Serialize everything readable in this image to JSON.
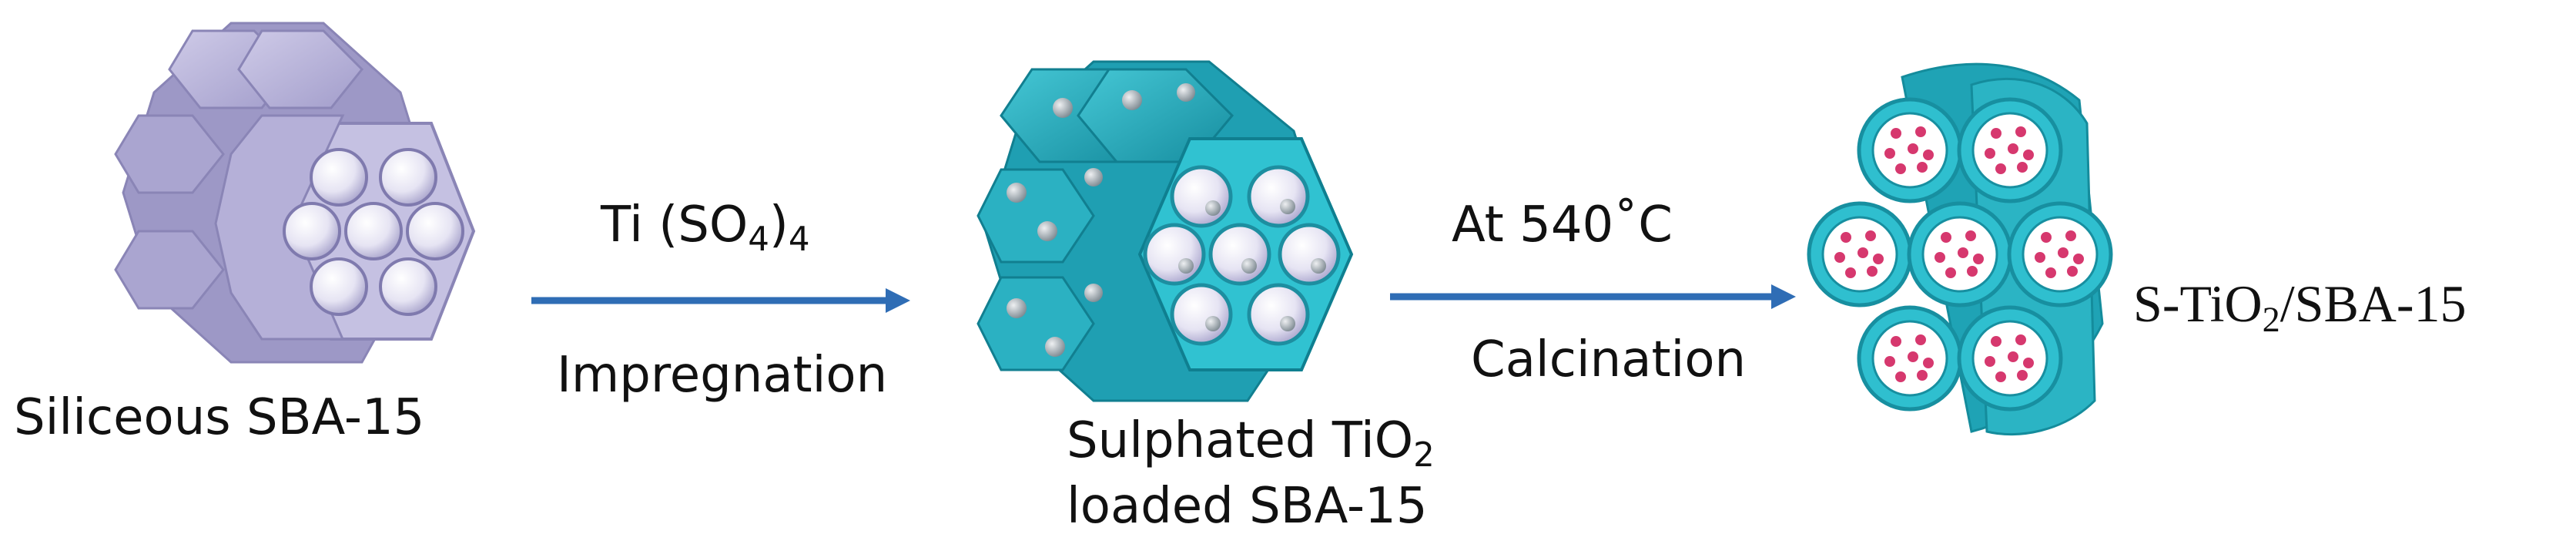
{
  "diagram": {
    "stage1": {
      "label": "Siliceous SBA-15"
    },
    "step1": {
      "reagent_prefix": "Ti (SO",
      "reagent_sub1": "4",
      "reagent_close": ")",
      "reagent_sub2": "4",
      "process": "Impregnation"
    },
    "stage2": {
      "label_line1_prefix": "Sulphated TiO",
      "label_line1_sub": "2",
      "label_line2": "loaded SBA-15"
    },
    "step2": {
      "condition": "At 540˚C",
      "process": "Calcination"
    },
    "stage3": {
      "label_prefix": "S-TiO",
      "label_sub": "2",
      "label_suffix": "/SBA-15"
    }
  },
  "colors": {
    "silica": "#b7b3d8",
    "silica_dark": "#8d88b8",
    "teal": "#27b6c6",
    "teal_dark": "#12879a",
    "pore_inner": "#d8d6ec",
    "arrow": "#2f6db5",
    "particle": "#d6386e"
  }
}
